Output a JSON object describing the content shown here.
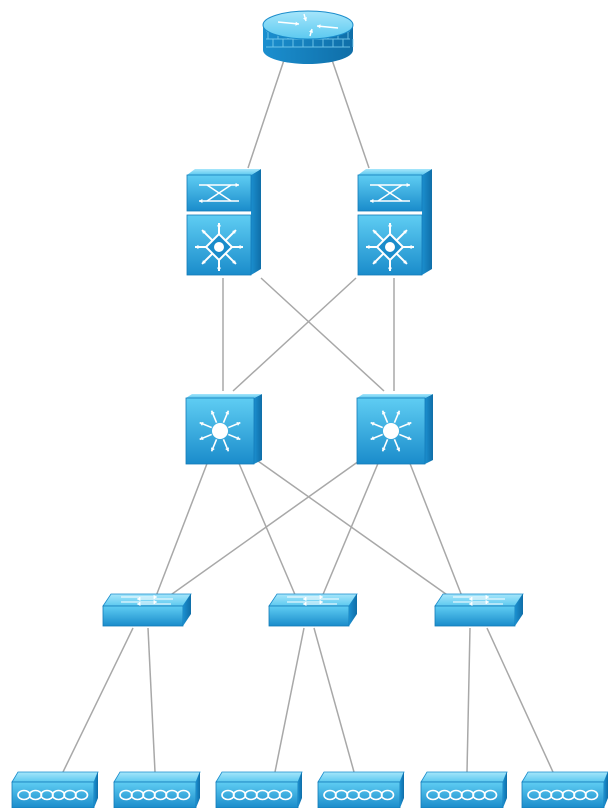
{
  "diagram": {
    "nodes": [
      {
        "id": "router",
        "type": "router",
        "name": "router-firewall-icon"
      },
      {
        "id": "core-1",
        "type": "core-switch",
        "name": "core-switch-icon"
      },
      {
        "id": "core-2",
        "type": "core-switch",
        "name": "core-switch-icon"
      },
      {
        "id": "dist-1",
        "type": "l3-switch",
        "name": "layer3-switch-icon"
      },
      {
        "id": "dist-2",
        "type": "l3-switch",
        "name": "layer3-switch-icon"
      },
      {
        "id": "access-1",
        "type": "workgroup-switch",
        "name": "workgroup-switch-icon"
      },
      {
        "id": "access-2",
        "type": "workgroup-switch",
        "name": "workgroup-switch-icon"
      },
      {
        "id": "access-3",
        "type": "workgroup-switch",
        "name": "workgroup-switch-icon"
      },
      {
        "id": "host-1",
        "type": "access-device",
        "name": "access-device-icon"
      },
      {
        "id": "host-2",
        "type": "access-device",
        "name": "access-device-icon"
      },
      {
        "id": "host-3",
        "type": "access-device",
        "name": "access-device-icon"
      },
      {
        "id": "host-4",
        "type": "access-device",
        "name": "access-device-icon"
      },
      {
        "id": "host-5",
        "type": "access-device",
        "name": "access-device-icon"
      },
      {
        "id": "host-6",
        "type": "access-device",
        "name": "access-device-icon"
      }
    ],
    "links": [
      [
        "router",
        "core-1"
      ],
      [
        "router",
        "core-2"
      ],
      [
        "core-1",
        "dist-1"
      ],
      [
        "core-1",
        "dist-2"
      ],
      [
        "core-2",
        "dist-1"
      ],
      [
        "core-2",
        "dist-2"
      ],
      [
        "dist-1",
        "access-1"
      ],
      [
        "dist-1",
        "access-2"
      ],
      [
        "dist-1",
        "access-3"
      ],
      [
        "dist-2",
        "access-1"
      ],
      [
        "dist-2",
        "access-2"
      ],
      [
        "dist-2",
        "access-3"
      ],
      [
        "access-1",
        "host-1"
      ],
      [
        "access-1",
        "host-2"
      ],
      [
        "access-2",
        "host-3"
      ],
      [
        "access-2",
        "host-4"
      ],
      [
        "access-3",
        "host-5"
      ],
      [
        "access-3",
        "host-6"
      ]
    ],
    "colors": {
      "device_light": "#4fc3ee",
      "device_dark": "#1583c2",
      "device_top": "#8fdcf7",
      "link": "#a8a8a8"
    }
  }
}
